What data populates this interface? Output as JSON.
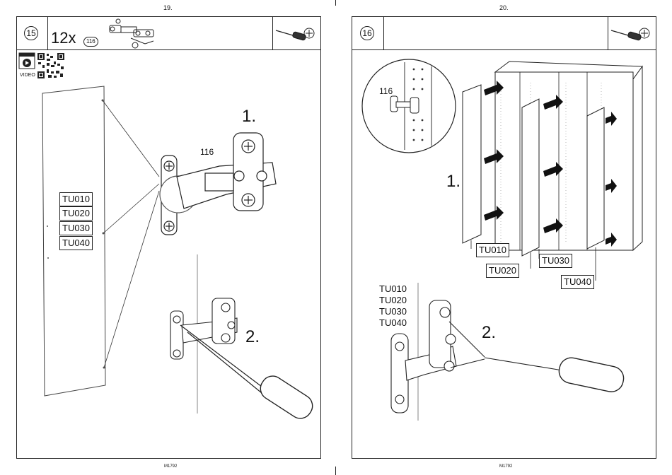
{
  "left_page": {
    "page_number": "19.",
    "step_number": "15",
    "quantity": "12x",
    "part_ref": "116",
    "video_label": "VIDEO",
    "part_label": "116",
    "door_labels": [
      "TU010",
      "TU020",
      "TU030",
      "TU040"
    ],
    "steps": [
      "1.",
      "2."
    ],
    "footer_code": "M1792",
    "tool_icons": [
      "screwdriver-icon",
      "phillips-head-icon"
    ]
  },
  "right_page": {
    "page_number": "20.",
    "step_number": "16",
    "part_label": "116",
    "door_labels": [
      "TU010",
      "TU020",
      "TU030",
      "TU040"
    ],
    "door_list": [
      "TU010",
      "TU020",
      "TU030",
      "TU040"
    ],
    "steps": [
      "1.",
      "2."
    ],
    "footer_code": "M1792",
    "tool_icons": [
      "screwdriver-icon",
      "phillips-head-icon"
    ]
  }
}
